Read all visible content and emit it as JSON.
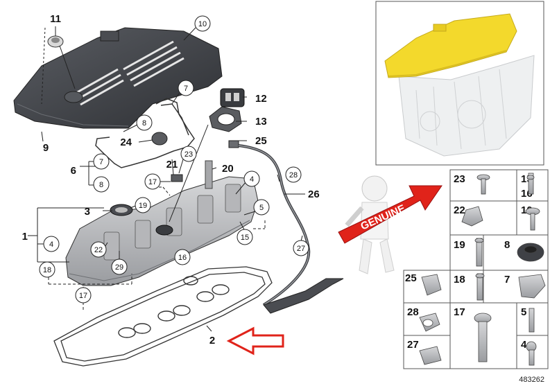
{
  "diagram_id": "483262",
  "stamp_text": "GENUINE",
  "callouts": {
    "c1": "1",
    "c2": "2",
    "c3": "3",
    "c4a": "4",
    "c4b": "4",
    "c5": "5",
    "c6": "6",
    "c7a": "7",
    "c7b": "7",
    "c8a": "8",
    "c8b": "8",
    "c9": "9",
    "c10": "10",
    "c11": "11",
    "c12": "12",
    "c13": "13",
    "c15": "15",
    "c16": "16",
    "c17a": "17",
    "c17b": "17",
    "c18": "18",
    "c19": "19",
    "c20": "20",
    "c21": "21",
    "c22": "22",
    "c23": "23",
    "c24": "24",
    "c25": "25",
    "c26": "26",
    "c27": "27",
    "c28": "28",
    "c29": "29"
  },
  "parts_table": {
    "cells": {
      "p23": "23",
      "p15": "15",
      "p16": "16",
      "p22": "22",
      "p10": "10",
      "p19": "19",
      "p8": "8",
      "p25": "25",
      "p18": "18",
      "p7": "7",
      "p28": "28",
      "p17": "17",
      "p5": "5",
      "p27": "27",
      "p4": "4"
    }
  },
  "colors": {
    "accent_red": "#e0231a",
    "highlight_yellow": "#f3d92c",
    "part_dark": "#3f4146",
    "part_metal": "#bfc0c3"
  }
}
